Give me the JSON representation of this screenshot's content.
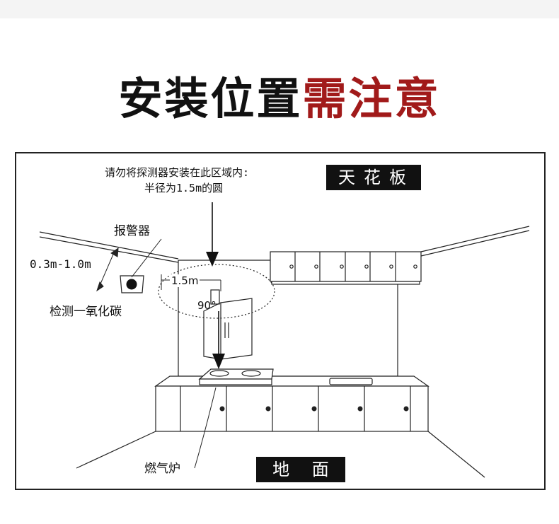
{
  "header": {
    "title_black": "安装位置",
    "title_red": "需注意",
    "colors": {
      "black": "#111111",
      "red": "#a11a1a"
    }
  },
  "diagram": {
    "instruction_line1": "请勿将探测器安装在此区域内:",
    "instruction_line2": "半径为1.5m的圆",
    "ceiling_tag": "天花板",
    "alarm_label": "报警器",
    "height_range": "0.3m-1.0m",
    "detector_label": "检测一氧化碳",
    "radius_label": "1.5m",
    "angle_label": "90°",
    "stove_label": "燃气炉",
    "floor_tag": "地 面"
  }
}
